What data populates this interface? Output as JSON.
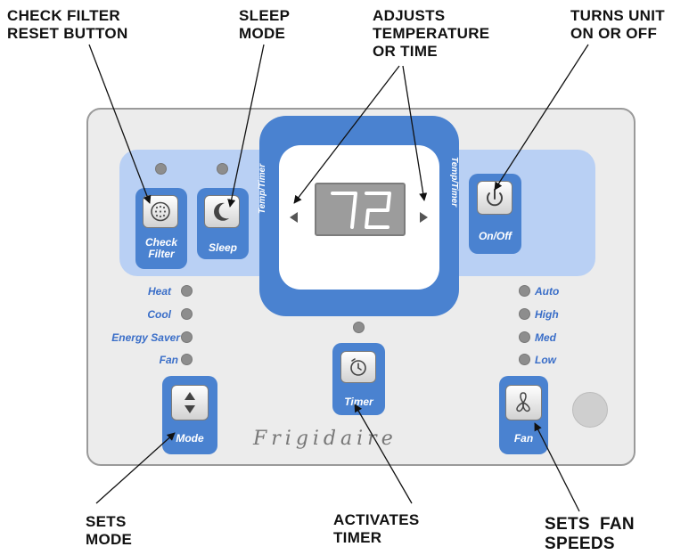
{
  "callouts": {
    "check_filter": [
      "CHECK FILTER",
      "RESET BUTTON"
    ],
    "sleep": [
      "SLEEP",
      "MODE"
    ],
    "adjusts": [
      "ADJUSTS",
      "TEMPERATURE",
      "OR TIME"
    ],
    "power": [
      "TURNS UNIT",
      "ON OR OFF"
    ],
    "sets_mode": [
      "SETS",
      "MODE"
    ],
    "timer": [
      "ACTIVATES",
      "TIMER"
    ],
    "fan": [
      "SETS  FAN",
      "SPEEDS"
    ]
  },
  "display": {
    "value": "72",
    "side_label": "Temp/Timer"
  },
  "buttons": {
    "check_filter": [
      "Check",
      "Filter"
    ],
    "sleep": "Sleep",
    "on_off": "On/Off",
    "mode": "Mode",
    "timer": "Timer",
    "fan": "Fan"
  },
  "mode_options": [
    "Heat",
    "Cool",
    "Energy Saver",
    "Fan"
  ],
  "fan_options": [
    "Auto",
    "High",
    "Med",
    "Low"
  ],
  "brand": "Frigidaire",
  "icons": [
    "filter-icon",
    "moon-icon",
    "power-icon",
    "updown-arrows-icon",
    "timer-icon",
    "fan-icon"
  ],
  "colors": {
    "panel_blue": "#4a82d0",
    "band_blue": "#b9d0f4",
    "panel_gray": "#ececec",
    "label_blue": "#3a6ec8"
  }
}
